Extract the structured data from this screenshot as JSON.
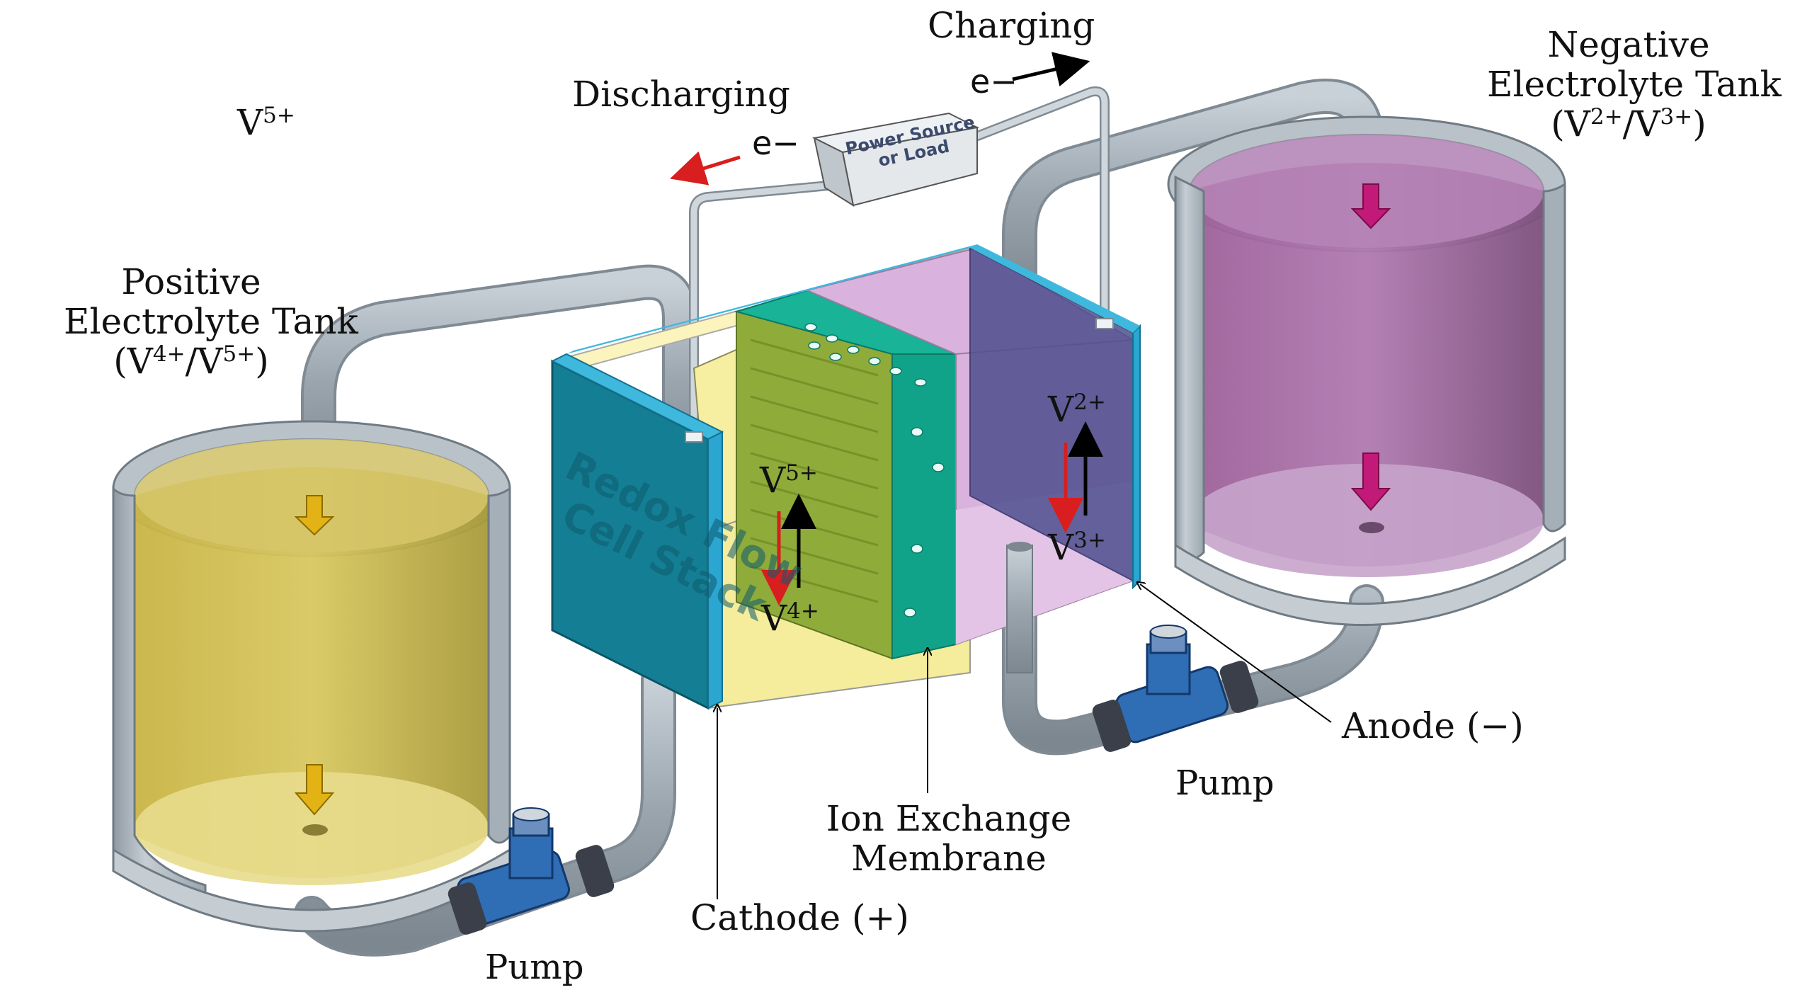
{
  "labels": {
    "charging": "Charging",
    "discharging": "Discharging",
    "electron_charge": "e−",
    "electron_discharge": "e−",
    "power_source_line1": "Power Source",
    "power_source_line2": "or Load",
    "v5_top_base": "V",
    "v5_top_sup": "5+",
    "positive_tank_line1": "Positive",
    "positive_tank_line2": "Electrolyte Tank",
    "positive_tank_line3_a": "(V",
    "positive_tank_line3_sup1": "4+",
    "positive_tank_line3_b": "/V",
    "positive_tank_line3_sup2": "5+",
    "positive_tank_line3_c": ")",
    "negative_tank_line1": "Negative",
    "negative_tank_line2": "Electrolyte Tank",
    "negative_tank_line3_a": "(V",
    "negative_tank_line3_sup1": "2+",
    "negative_tank_line3_b": "/V",
    "negative_tank_line3_sup2": "3+",
    "negative_tank_line3_c": ")",
    "stack_line1": "Redox Flow",
    "stack_line2": "Cell Stack",
    "cathode_v5_base": "V",
    "cathode_v5_sup": "5+",
    "cathode_v4_base": "V",
    "cathode_v4_sup": "4+",
    "anode_v2_base": "V",
    "anode_v2_sup": "2+",
    "anode_v3_base": "V",
    "anode_v3_sup": "3+",
    "cathode": "Cathode (+)",
    "membrane_line1": "Ion Exchange",
    "membrane_line2": "Membrane",
    "anode": "Anode (−)",
    "pump_left": "Pump",
    "pump_right": "Pump"
  },
  "colors": {
    "positive_electrolyte": "#d9c85a",
    "negative_electrolyte": "#b07ab0",
    "cathode_chamber": "#f6eea0",
    "anode_chamber": "#d9b3dd",
    "membrane": "#1fb39a",
    "stack_frame": "#1f8ea0",
    "anode_electrode": "#4e4f8e",
    "pipe": "#a9b3bb",
    "pump": "#2f6db5",
    "arrow_discharge": "#d81e1e",
    "arrow_charge": "#000000",
    "flow_arrow_positive": "#e3b315",
    "flow_arrow_negative": "#c21a78"
  }
}
